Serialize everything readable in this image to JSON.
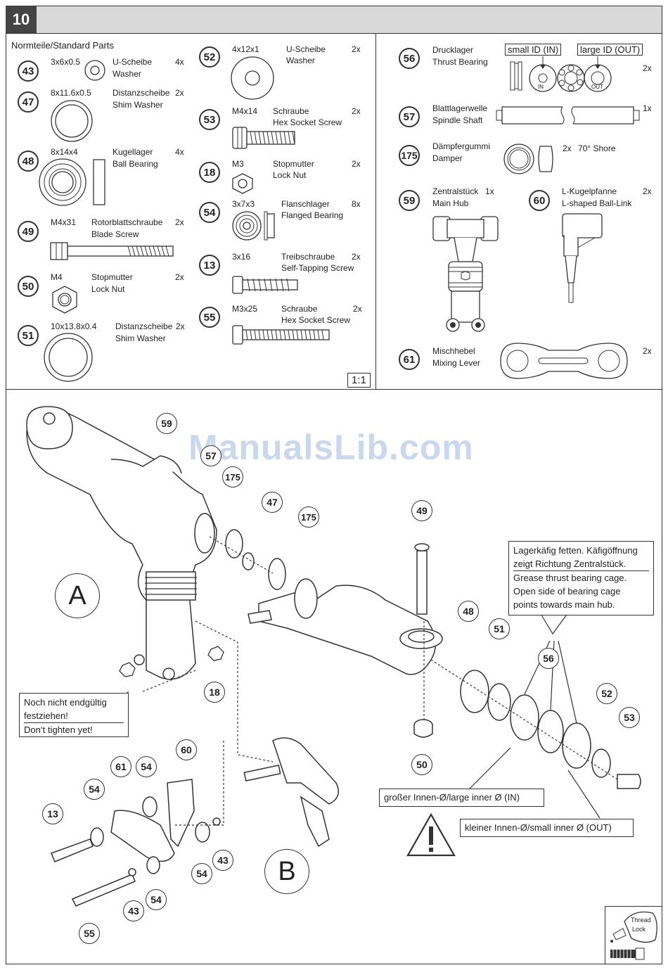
{
  "step": "10",
  "section_title": "Normteile/Standard Parts",
  "scale": "1:1",
  "watermark": "ManualsLib.com",
  "parts_left": [
    {
      "num": "43",
      "size": "3x6x0.5",
      "name_de": "U-Scheibe",
      "name_en": "Washer",
      "qty": "4x"
    },
    {
      "num": "47",
      "size": "8x11.6x0.5",
      "name_de": "Distanzscheibe",
      "name_en": "Shim Washer",
      "qty": "2x"
    },
    {
      "num": "48",
      "size": "8x14x4",
      "name_de": "Kugellager",
      "name_en": "Ball Bearing",
      "qty": "4x"
    },
    {
      "num": "49",
      "size": "M4x31",
      "name_de": "Rotorblattschraube",
      "name_en": "Blade Screw",
      "qty": "2x"
    },
    {
      "num": "50",
      "size": "M4",
      "name_de": "Stopmutter",
      "name_en": "Lock Nut",
      "qty": "2x"
    },
    {
      "num": "51",
      "size": "10x13.8x0.4",
      "name_de": "Distanzscheibe",
      "name_en": "Shim Washer",
      "qty": "2x"
    }
  ],
  "parts_mid": [
    {
      "num": "52",
      "size": "4x12x1",
      "name_de": "U-Scheibe",
      "name_en": "Washer",
      "qty": "2x"
    },
    {
      "num": "53",
      "size": "M4x14",
      "name_de": "Schraube",
      "name_en": "Hex Socket Screw",
      "qty": "2x"
    },
    {
      "num": "18",
      "size": "M3",
      "name_de": "Stopmutter",
      "name_en": "Lock Nut",
      "qty": "2x"
    },
    {
      "num": "54",
      "size": "3x7x3",
      "name_de": "Flanschlager",
      "name_en": "Flanged Bearing",
      "qty": "8x"
    },
    {
      "num": "13",
      "size": "3x16",
      "name_de": "Treibschraube",
      "name_en": "Self-Tapping Screw",
      "qty": "2x"
    },
    {
      "num": "55",
      "size": "M3x25",
      "name_de": "Schraube",
      "name_en": "Hex Socket Screw",
      "qty": "2x"
    }
  ],
  "parts_right": [
    {
      "num": "56",
      "name_de": "Drucklager",
      "name_en": "Thrust Bearing",
      "qty": "2x"
    },
    {
      "num": "57",
      "name_de": "Blattlagerwelle",
      "name_en": "Spindle Shaft",
      "qty": "1x"
    },
    {
      "num": "175",
      "name_de": "Dämpfergummi",
      "name_en": "Damper",
      "qty": "2x",
      "extra": "70° Shore"
    },
    {
      "num": "59",
      "name_de": "Zentralstück",
      "name_en": "Main Hub",
      "qty": "1x"
    },
    {
      "num": "60",
      "name_de": "L-Kugelpfanne",
      "name_en": "L-shaped Ball-Link",
      "qty": "2x"
    },
    {
      "num": "61",
      "name_de": "Mischhebel",
      "name_en": "Mixing Lever",
      "qty": "2x"
    }
  ],
  "thrust_labels": {
    "small": "small ID (IN)",
    "large": "large ID (OUT)",
    "in": "IN",
    "out": "OUT"
  },
  "notes": {
    "grease_de_1": "Lagerkäfig fetten. Käfigöffnung",
    "grease_de_2": "zeigt Richtung Zentralstück.",
    "grease_en_1": "Grease thrust bearing cage.",
    "grease_en_2": "Open side of bearing cage",
    "grease_en_3": "points towards main hub.",
    "tighten_de_1": "Noch nicht endgültig",
    "tighten_de_2": "festziehen!",
    "tighten_en": "Don‘t tighten yet!",
    "large_inner": "großer Innen-Ø/large inner Ø (IN)",
    "small_inner": "kleiner Innen-Ø/small inner Ø (OUT)",
    "thread_lock_1": "Thread",
    "thread_lock_2": "Lock"
  },
  "assembly_labels": {
    "a": "A",
    "b": "B"
  },
  "callouts": {
    "c59": "59",
    "c57": "57",
    "c175a": "175",
    "c47": "47",
    "c175b": "175",
    "c49": "49",
    "c48": "48",
    "c51": "51",
    "c56": "56",
    "c52": "52",
    "c53": "53",
    "c50": "50",
    "c18": "18",
    "c60": "60",
    "c61": "61",
    "c54a": "54",
    "c54b": "54",
    "c13": "13",
    "c54c": "54",
    "c43a": "43",
    "c54d": "54",
    "c43b": "43",
    "c55": "55"
  }
}
